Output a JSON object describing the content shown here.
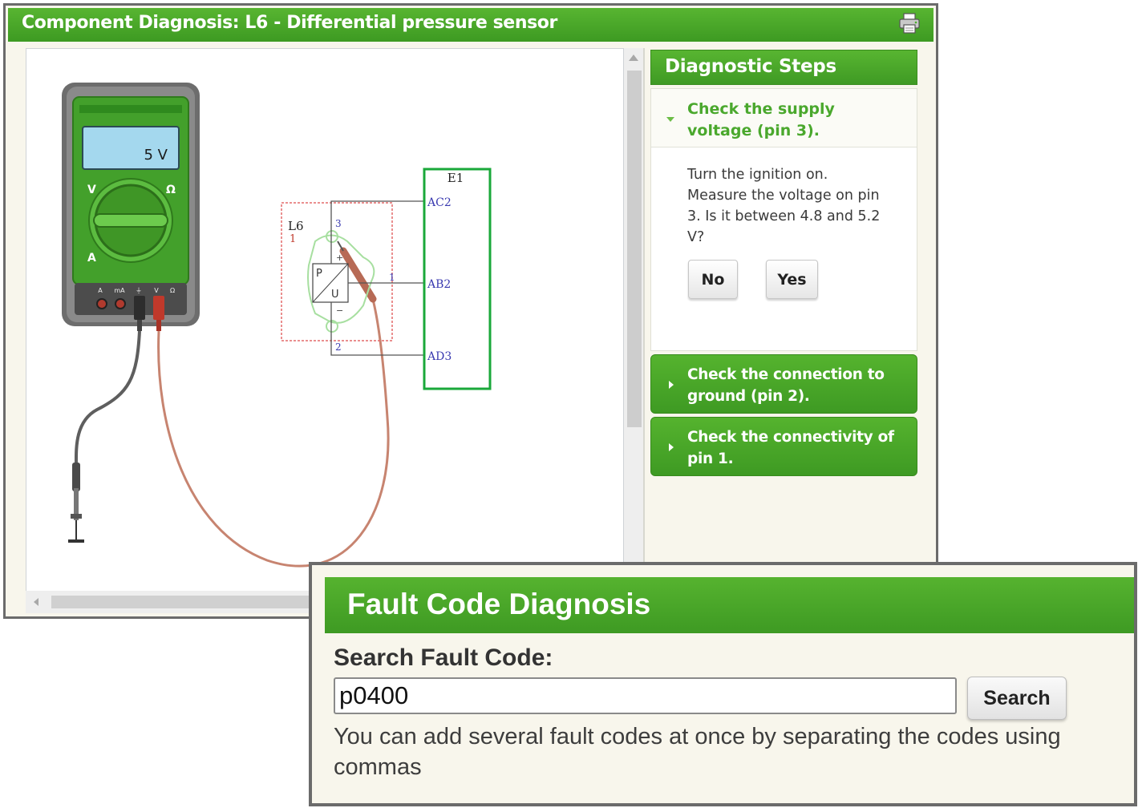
{
  "main_window": {
    "title": "Component Diagnosis: L6 - Differential pressure sensor",
    "print_icon": "printer-icon"
  },
  "diagram": {
    "multimeter": {
      "display": "5 V",
      "dial_labels": {
        "voltage": "V",
        "resistance": "Ω",
        "current": "A"
      },
      "jack_labels": [
        "A",
        "mA",
        "⏚",
        "V",
        "Ω"
      ]
    },
    "component": {
      "name": "L6",
      "index": "1",
      "pins": [
        "3",
        "1",
        "2"
      ],
      "symbol_letters": [
        "P",
        "U"
      ]
    },
    "connector": {
      "name": "E1",
      "terminals": [
        "AC2",
        "AB2",
        "AD3"
      ]
    }
  },
  "steps_panel": {
    "header": "Diagnostic Steps",
    "active_step": {
      "title": "Check the supply voltage (pin 3).",
      "instructions": "Turn the ignition on. Measure the voltage on pin 3. Is it between 4.8 and 5.2 V?",
      "buttons": {
        "no": "No",
        "yes": "Yes"
      }
    },
    "collapsed_steps": [
      {
        "label": "Check the connection to ground (pin 2)."
      },
      {
        "label": "Check the connectivity of pin 1."
      }
    ]
  },
  "fault_window": {
    "title": "Fault Code Diagnosis",
    "search_label": "Search Fault Code:",
    "input_value": "p0400",
    "search_button": "Search",
    "hint": "You can add several fault codes at once by separating the codes using commas"
  },
  "colors": {
    "brand_green": "#4aa82d",
    "header_green": "#3e9a23",
    "window_border": "#6b6b6b",
    "panel_background": "#f8f6ec"
  }
}
